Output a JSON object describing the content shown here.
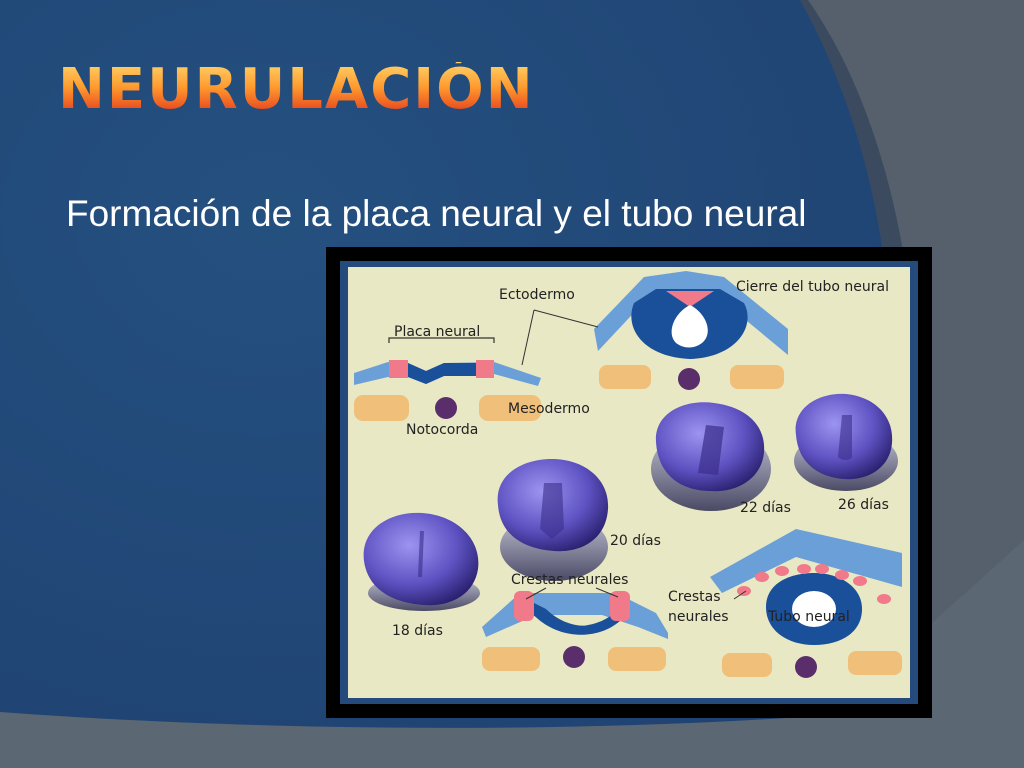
{
  "slide": {
    "title": "NEURULACIÓN",
    "subtitle": "Formación de la placa neural y el tubo neural"
  },
  "figure": {
    "labels": {
      "ectodermo": "Ectodermo",
      "cierre": "Cierre del tubo neural",
      "placa_neural": "Placa neural",
      "mesodermo": "Mesodermo",
      "notocorda": "Notocorda",
      "dias_22": "22 días",
      "dias_26": "26 días",
      "dias_20": "20 días",
      "dias_18": "18 días",
      "crestas_neurales_1": "Crestas neurales",
      "crestas_2": "Crestas",
      "neurales_2": "neurales",
      "tubo_neural": "Tubo neural"
    }
  },
  "colors": {
    "background_blue": "#21477a",
    "title_orange": "#ff8a24",
    "panel_bg": "#e8e8c4",
    "ectoderm": "#6a9fd8",
    "neural_tissue": "#1a4f9a",
    "neural_crest": "#f07a8a",
    "mesoderm": "#f0c07a",
    "notochord": "#5a2e6a",
    "embryo": "#6a5fc8"
  }
}
